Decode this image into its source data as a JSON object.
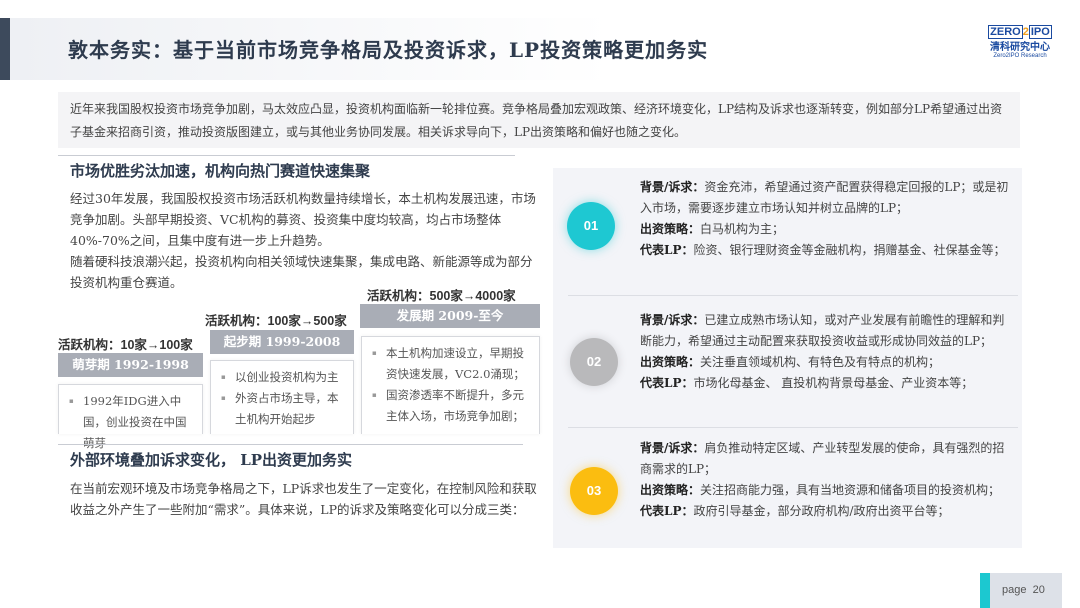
{
  "header": {
    "title": "敦本务实：基于当前市场竞争格局及投资诉求，LP投资策略更加务实",
    "logo": {
      "top_left": "ZERO",
      "top_mid": "2",
      "top_right": "IPO",
      "cn": "清科研究中心",
      "en": "Zero2IPO Research"
    }
  },
  "intro": "近年来我国股权投资市场竞争加剧，马太效应凸显，投资机构面临新一轮排位赛。竞争格局叠加宏观政策、经济环境变化，LP结构及诉求也逐渐转变，例如部分LP希望通过出资子基金来招商引资，推动投资版图建立，或与其他业务协同发展。相关诉求导向下，LP出资策略和偏好也随之变化。",
  "left": {
    "section1": {
      "heading": "市场优胜劣汰加速，机构向热门赛道快速集聚",
      "para1": "经过30年发展，我国股权投资市场活跃机构数量持续增长，本土机构发展迅速，市场竞争加剧。头部早期投资、VC机构的募资、投资集中度均较高，均占市场整体40%-70%之间，且集中度有进一步上升趋势。",
      "para2": "随着硬科技浪潮兴起，投资机构向相关领域快速集聚，集成电路、新能源等成为部分投资机构重仓赛道。"
    },
    "stages": [
      {
        "label": "活跃机构：10家→100家",
        "title": "萌芽期 1992-1998",
        "bullets": [
          "1992年IDG进入中国，创业投资在中国萌芽"
        ]
      },
      {
        "label": "活跃机构：100家→500家",
        "title": "起步期 1999-2008",
        "bullets": [
          "以创业投资机构为主",
          "外资占市场主导，本土机构开始起步"
        ]
      },
      {
        "label": "活跃机构：500家→4000家",
        "title": "发展期 2009-至今",
        "bullets": [
          "本土机构加速设立，早期投资快速发展，VC2.0涌现；",
          "国资渗透率不断提升，多元主体入场，市场竞争加剧；"
        ]
      }
    ],
    "section2": {
      "heading": "外部环境叠加诉求变化， LP出资更加务实",
      "para": "在当前宏观环境及市场竞争格局之下，LP诉求也发生了一定变化，在控制风险和获取收益之外产生了一些附加“需求”。具体来说，LP的诉求及策略变化可以分成三类："
    }
  },
  "right": {
    "items": [
      {
        "num": "01",
        "color": "#1ec8d2",
        "bg_label": "背景/诉求：",
        "bg": "资金充沛，希望通过资产配置获得稳定回报的LP；或是初入市场，需要逐步建立市场认知并树立品牌的LP；",
        "strat_label": "出资策略：",
        "strat": "白马机构为主；",
        "rep_label": "代表LP：",
        "rep": "险资、银行理财资金等金融机构，捐赠基金、社保基金等；"
      },
      {
        "num": "02",
        "color": "#b9b9bb",
        "bg_label": "背景/诉求：",
        "bg": "已建立成熟市场认知，或对产业发展有前瞻性的理解和判断能力，希望通过主动配置来获取投资收益或形成协同效益的LP；",
        "strat_label": "出资策略：",
        "strat": "关注垂直领域机构、有特色及有特点的机构；",
        "rep_label": "代表LP：",
        "rep": "市场化母基金、 直投机构背景母基金、产业资本等；"
      },
      {
        "num": "03",
        "color": "#fbbd10",
        "bg_label": "背景/诉求：",
        "bg": "肩负推动特定区域、产业转型发展的使命，具有强烈的招商需求的LP；",
        "strat_label": "出资策略：",
        "strat": "关注招商能力强，具有当地资源和储备项目的投资机构；",
        "rep_label": "代表LP：",
        "rep": "政府引导基金，部分政府机构/政府出资平台等；"
      }
    ]
  },
  "footer": {
    "page_label": "page",
    "page_num": "20",
    "accent": "#1cc8d0"
  }
}
